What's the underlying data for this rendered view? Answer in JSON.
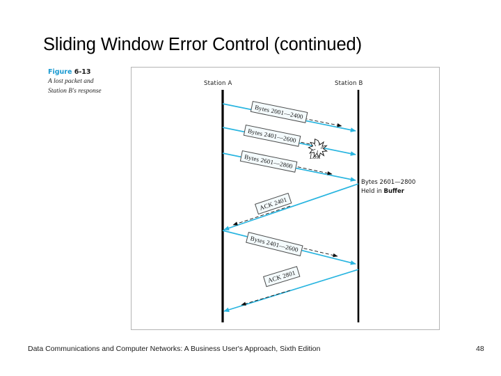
{
  "slide": {
    "title": "Sliding Window Error Control (continued)"
  },
  "figure": {
    "label_prefix": "Figure",
    "number": "6-13",
    "caption_line_1": "A lost packet and",
    "caption_line_2": "Station B's response"
  },
  "diagram": {
    "station_a": "Station A",
    "station_b": "Station B",
    "lost_marker": "Lost",
    "buffer_note_line_1": "Bytes 2601—2800",
    "buffer_note_line_2_prefix": "Held in ",
    "buffer_note_line_2_bold": "Buffer",
    "colors": {
      "arrow_cyan": "#29b5e0",
      "station_line": "#000000",
      "frame_border": "#b4b4b4",
      "figure_accent": "#1b9ad1"
    },
    "messages": [
      {
        "label": "Bytes 2001—2400",
        "direction": "a-to-b",
        "status": "delivered"
      },
      {
        "label": "Bytes 2401—2600",
        "direction": "a-to-b",
        "status": "delivered"
      },
      {
        "label": "Bytes 2601—2800",
        "direction": "a-to-b",
        "status": "delivered"
      },
      {
        "label": "ACK 2401",
        "direction": "b-to-a",
        "status": "delivered"
      },
      {
        "label": "Bytes 2401—2600",
        "direction": "a-to-b",
        "status": "retransmitted"
      },
      {
        "label": "ACK 2801",
        "direction": "b-to-a",
        "status": "delivered"
      }
    ]
  },
  "footer": {
    "text": "Data Communications and Computer Networks: A Business User's Approach, Sixth Edition",
    "page": "48"
  }
}
